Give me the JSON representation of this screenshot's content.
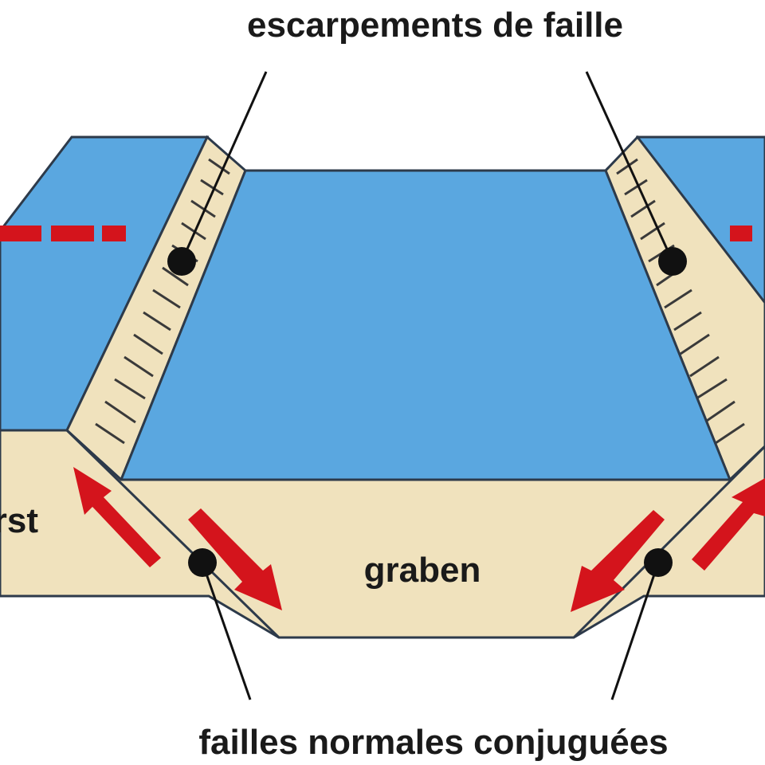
{
  "labels": {
    "scarps": "escarpements de faille",
    "horst_left": "horst",
    "graben": "graben",
    "faults": "failles normales conjuguées"
  },
  "colors": {
    "surface_blue": "#5aa7e0",
    "section_tan": "#f0e2bd",
    "outline": "#2d3a4a",
    "arrow_red": "#d4141c",
    "pointer": "#111111"
  }
}
